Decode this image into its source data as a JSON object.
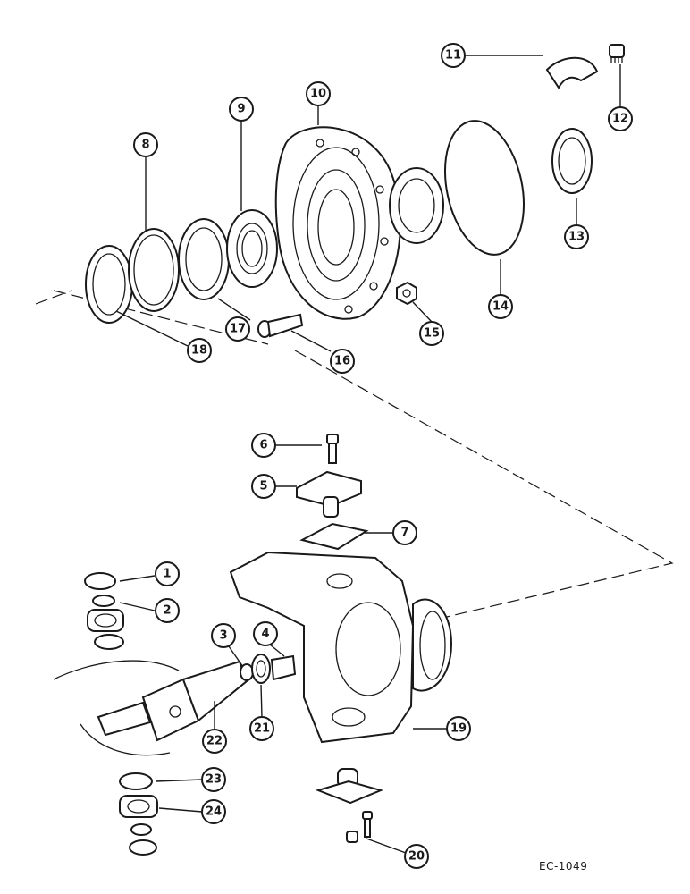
{
  "diagram": {
    "reference_code": "EC-1049",
    "callouts": [
      {
        "label": "1"
      },
      {
        "label": "2"
      },
      {
        "label": "3"
      },
      {
        "label": "4"
      },
      {
        "label": "5"
      },
      {
        "label": "6"
      },
      {
        "label": "7"
      },
      {
        "label": "8"
      },
      {
        "label": "9"
      },
      {
        "label": "10"
      },
      {
        "label": "11"
      },
      {
        "label": "12"
      },
      {
        "label": "13"
      },
      {
        "label": "14"
      },
      {
        "label": "15"
      },
      {
        "label": "16"
      },
      {
        "label": "17"
      },
      {
        "label": "18"
      },
      {
        "label": "19"
      },
      {
        "label": "20"
      },
      {
        "label": "21"
      },
      {
        "label": "22"
      },
      {
        "label": "23"
      },
      {
        "label": "24"
      }
    ]
  }
}
